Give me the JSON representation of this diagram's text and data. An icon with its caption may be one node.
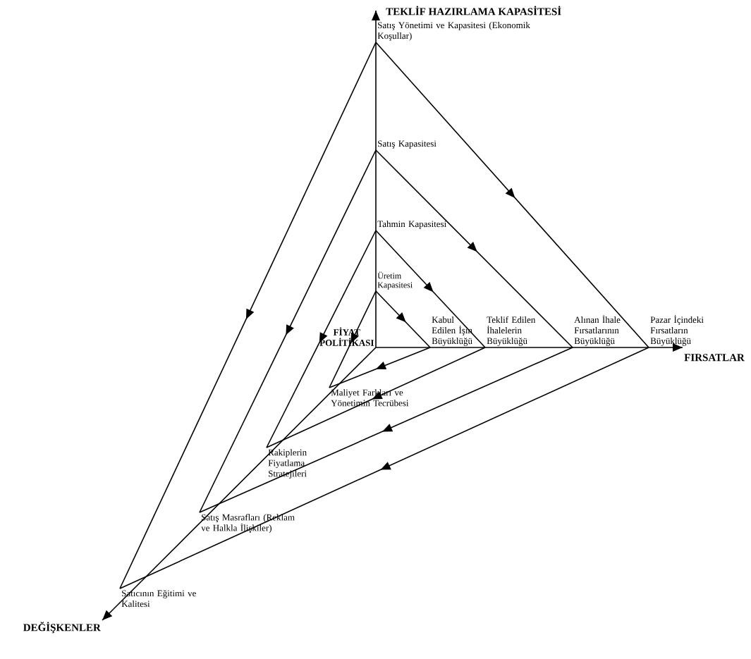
{
  "diagram": {
    "nodes": [
      {
        "text": [
          "TEKLİF HAZIRLAMA KAPASİTESİ"
        ]
      },
      {
        "text": [
          "Satış Yönetimi ve Kapasitesi (Ekonomik Koşullar)"
        ]
      },
      {
        "text": [
          "Satış Kapasitesi"
        ]
      },
      {
        "text": [
          "Tahmin Kapasitesi"
        ]
      },
      {
        "text": [
          "Üretim Kapasitesi"
        ]
      },
      {
        "text": [
          "FİYAT POLİTİKASI"
        ]
      },
      {
        "text": [
          "Kabul Edilen İşin Büyüklüğü"
        ]
      },
      {
        "text": [
          "Teklif Edilen İhalelerin Büyüklüğü"
        ]
      },
      {
        "text": [
          "Alınan İhale Fırsatlarının Büyüklüğü"
        ]
      },
      {
        "text": [
          "Pazar İçindeki Fırsatların Büyüklüğü"
        ]
      },
      {
        "text": [
          "FIRSATLAR"
        ]
      },
      {
        "text": [
          "Maliyet Farkları ve Yönetimin Tecrübesi"
        ]
      },
      {
        "text": [
          "Rakiplerin Fiyatlama Stratejileri"
        ]
      },
      {
        "text": [
          "Satış Masrafları (Reklam ve Halkla İlişkiler)"
        ]
      },
      {
        "text": [
          "Satıcının Eğitimi ve Kalitesi"
        ]
      },
      {
        "text": [
          "DEĞİŞKENLER"
        ]
      }
    ],
    "edges": [
      {
        "from": 5,
        "to": 0,
        "arrow": "to"
      },
      {
        "from": 5,
        "to": 10,
        "arrow": "to"
      },
      {
        "from": 5,
        "to": 15,
        "arrow": "to"
      },
      {
        "from": 4,
        "to": 6,
        "arrow": "to"
      },
      {
        "from": 6,
        "to": 11,
        "arrow": "to"
      },
      {
        "from": 4,
        "to": 11,
        "arrow": "to"
      },
      {
        "from": 3,
        "to": 7,
        "arrow": "to"
      },
      {
        "from": 7,
        "to": 12,
        "arrow": "to"
      },
      {
        "from": 3,
        "to": 12,
        "arrow": "to"
      },
      {
        "from": 2,
        "to": 8,
        "arrow": "to"
      },
      {
        "from": 8,
        "to": 13,
        "arrow": "to"
      },
      {
        "from": 2,
        "to": 13,
        "arrow": "to"
      },
      {
        "from": 1,
        "to": 9,
        "arrow": "to"
      },
      {
        "from": 9,
        "to": 14,
        "arrow": "to"
      },
      {
        "from": 1,
        "to": 14,
        "arrow": "to"
      }
    ]
  }
}
